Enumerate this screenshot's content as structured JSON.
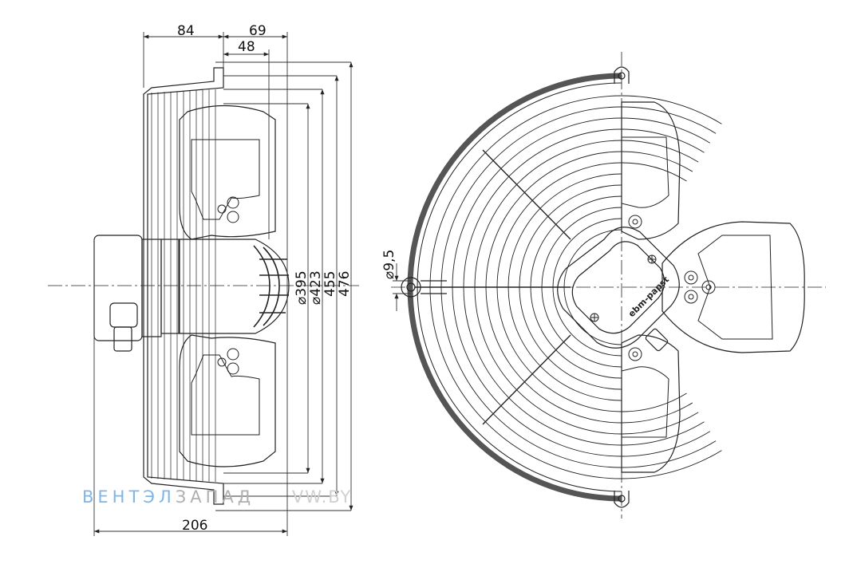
{
  "dimensions": {
    "top_84": "84",
    "top_69": "69",
    "top_48": "48",
    "bottom_206": "206",
    "d395": "⌀395",
    "d423": "⌀423",
    "d455": "455",
    "d476": "476",
    "hole_95": "⌀9,5"
  },
  "motor_label": "ebm-papst",
  "watermark": {
    "part1": "ВЕНТЭЛ",
    "part2": "ЗАПАД",
    "part3": "VW.BY"
  },
  "colors": {
    "line": "#222222",
    "dim_line": "#333333",
    "watermark_blue": "#7fb6e6",
    "watermark_grey": "#b0b0b0"
  }
}
